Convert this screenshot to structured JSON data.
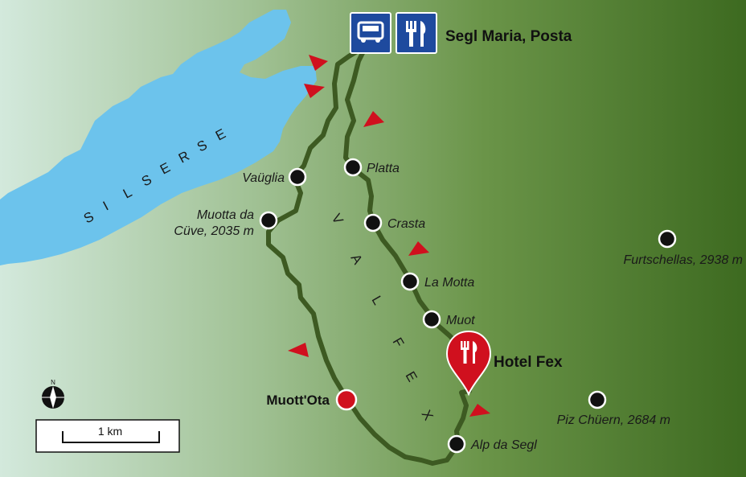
{
  "map": {
    "colors": {
      "background_left": "#cfe6d8",
      "background_right": "#3f6b22",
      "lake": "#6cc3ec",
      "trail": "#3d5a22",
      "marker": "#111111",
      "highlight_marker": "#d0101e",
      "direction_arrow": "#d0101e",
      "sign_blue": "#1e4a9e"
    },
    "start": {
      "label": "Segl Maria, Posta",
      "icons": [
        "bus-icon",
        "restaurant-icon"
      ]
    },
    "lake_name": "SILSERSEE",
    "valley_name": "VALFEX",
    "places": {
      "vauglia": "Vaüglia",
      "platta": "Platta",
      "muotta_line1": "Muotta da",
      "muotta_line2": "Cüve, 2035 m",
      "crasta": "Crasta",
      "la_motta": "La Motta",
      "muot": "Muot",
      "furtschellas": "Furtschellas, 2938 m",
      "piz_chuern": "Piz Chüern, 2684 m",
      "alp_da_segl": "Alp da Segl"
    },
    "highlights": {
      "hotel_fex": "Hotel Fex",
      "muott_ota": "Muott'Ota"
    },
    "compass": {
      "north_label": "N"
    },
    "scale": {
      "label": "1 km"
    }
  }
}
